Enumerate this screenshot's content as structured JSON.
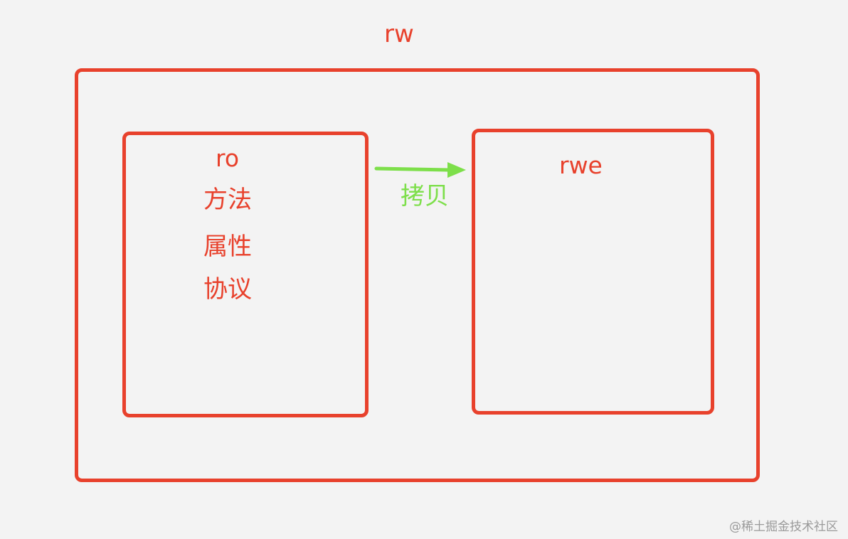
{
  "diagram": {
    "outer": {
      "title": "rw"
    },
    "left": {
      "title": "ro",
      "items": [
        "方法",
        "属性",
        "协议"
      ]
    },
    "right": {
      "title": "rwe"
    },
    "arrow": {
      "label": "拷贝",
      "color": "#7ddf4a"
    },
    "colors": {
      "box": "#e8412c",
      "text": "#e8412c",
      "background": "#f3f3f3"
    }
  },
  "watermark": {
    "text": "@稀土掘金技术社区"
  }
}
